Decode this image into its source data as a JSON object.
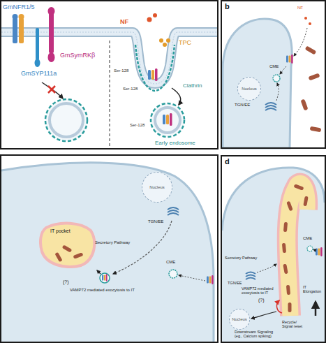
{
  "diagram": {
    "nodes": [
      {
        "text": [
          "b"
        ]
      },
      {
        "text": [
          "Nucleus"
        ],
        "in": 0
      },
      {
        "text": [
          "Nucleus"
        ]
      },
      {
        "text": [
          "IT pocket"
        ]
      },
      {
        "text": [
          "d"
        ]
      },
      {
        "text": [
          "Nucleus"
        ],
        "in": 4
      }
    ],
    "labels": [
      "GmNFR1/5",
      "NF",
      "TPC",
      "GmSymRKβ",
      "Ser-128",
      "GmSYP111a",
      "Clathrin",
      "Ser-128",
      "Ser-128",
      "Early endosome",
      "NF",
      "CME",
      "TGN/EE",
      "TGN/EE",
      "Secretory Pathway",
      "CME",
      "(?)",
      "VAMP72 mediated exocytosis to IT",
      "CME",
      "Secretory Pathway",
      "TGN/EE",
      "IT Elongation",
      "VAMP72 mediated exocytosis to IT",
      "(?)",
      "Recycle/ Signal reset",
      "Downstream Signaling (eg., Calcium spiking)"
    ]
  }
}
